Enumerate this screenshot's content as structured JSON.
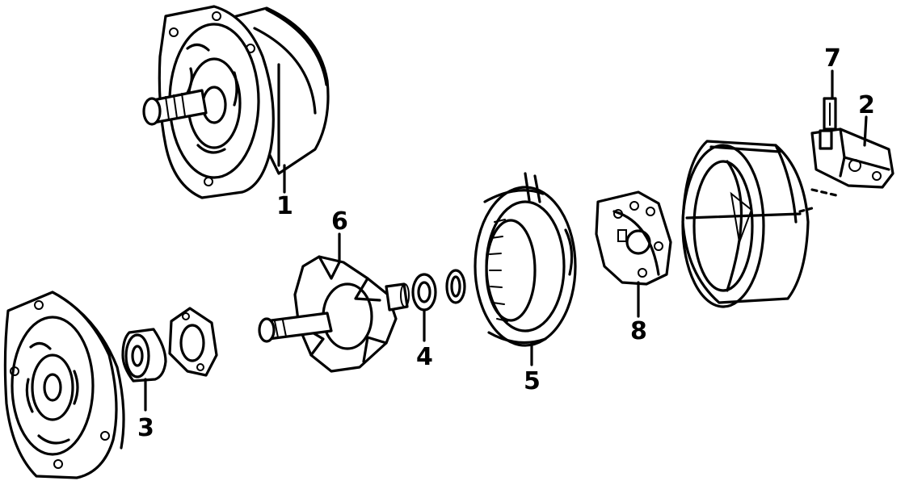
{
  "diagram": {
    "parts": [
      {
        "id": "alternator-assembly",
        "callout": "1"
      },
      {
        "id": "voltage-regulator",
        "callout": "2"
      },
      {
        "id": "bearing",
        "callout": "3"
      },
      {
        "id": "rear-bearing",
        "callout": "4"
      },
      {
        "id": "stator",
        "callout": "5"
      },
      {
        "id": "rotor",
        "callout": "6"
      },
      {
        "id": "brush",
        "callout": "7"
      },
      {
        "id": "rectifier",
        "callout": "8"
      }
    ]
  }
}
